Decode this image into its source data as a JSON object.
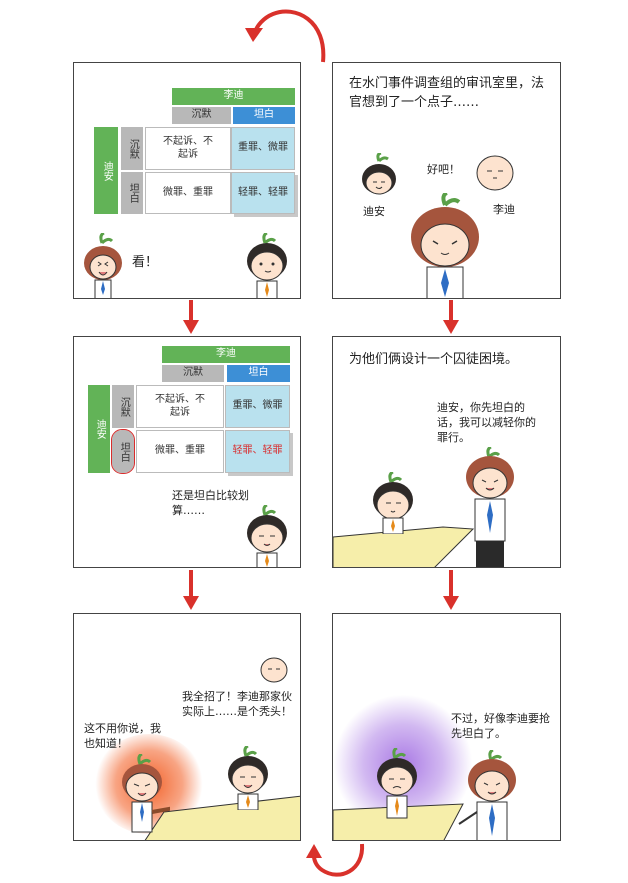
{
  "colors": {
    "arrow": "#d9312b",
    "green": "#62b357",
    "blue": "#3d8fd6",
    "light_blue": "#b9e1ee",
    "gray": "#b8b8b8",
    "table": "#f6eeaa",
    "glow_orange": "#f25a1e",
    "glow_purple": "#9b63e0"
  },
  "matrix": {
    "col_header": "李迪",
    "col_silent": "沉默",
    "col_confess": "坦白",
    "row_header": "迪安",
    "row_silent": "沉默",
    "row_confess": "坦白",
    "cell_ss": "不起诉、不起诉",
    "cell_sc": "重罪、微罪",
    "cell_cs": "微罪、重罪",
    "cell_cc": "轻罪、轻罪"
  },
  "panel1": {
    "speech": "看！"
  },
  "panel2": {
    "narration": "在水门事件调查组的审讯室里，法官想到了一个点子……",
    "speech": "好吧！",
    "label_dian": "迪安",
    "label_lidi": "李迪"
  },
  "panel3": {
    "thought": "还是坦白比较划算……"
  },
  "panel4": {
    "narration": "为他们俩设计一个囚徒困境。",
    "speech": "迪安，你先坦白的话，我可以减轻你的罪行。"
  },
  "panel5": {
    "speech_left": "这不用你说，我也知道！",
    "speech_right": "我全招了！李迪那家伙实际上……是个秃头！"
  },
  "panel6": {
    "speech": "不过，好像李迪要抢先坦白了。"
  }
}
